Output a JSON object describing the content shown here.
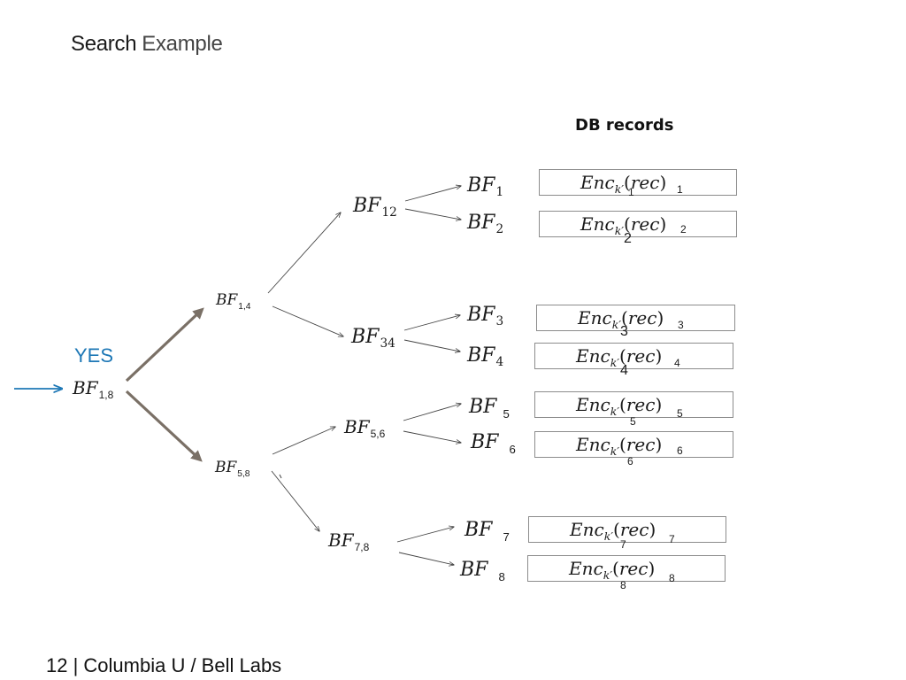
{
  "title": {
    "word1": "Search",
    "word2": "Example"
  },
  "db_header": "DB records",
  "yes_label": "YES",
  "footer": "12 | Columbia U / Bell Labs",
  "nodes": {
    "root": {
      "label": "BF",
      "sub": "1,8"
    },
    "n14": {
      "label": "BF",
      "sub": "1,4"
    },
    "n58": {
      "label": "BF",
      "sub": "5,8"
    },
    "n12": {
      "label": "BF",
      "sub": "12"
    },
    "n34": {
      "label": "BF",
      "sub": "34"
    },
    "n56": {
      "label": "BF",
      "sub": "5,6"
    },
    "n78": {
      "label": "BF",
      "sub": "7,8"
    },
    "leaf1": {
      "label": "BF",
      "sub": "1"
    },
    "leaf2": {
      "label": "BF",
      "sub": "2"
    },
    "leaf3": {
      "label": "BF",
      "sub": "3"
    },
    "leaf4": {
      "label": "BF",
      "sub": "4"
    },
    "leaf5": {
      "label": "BF",
      "sub": "5"
    },
    "leaf6": {
      "label": "BF",
      "sub": "6"
    },
    "leaf7": {
      "label": "BF",
      "sub": "7"
    },
    "leaf8": {
      "label": "BF",
      "sub": "8"
    }
  },
  "records": [
    {
      "enc": "Enc",
      "key": "k′",
      "open": "(",
      "rec": "rec",
      "close": ")",
      "key_idx": "1",
      "rec_idx": "1"
    },
    {
      "enc": "Enc",
      "key": "k′",
      "open": "(",
      "rec": "rec",
      "close": ")",
      "key_idx": "2",
      "rec_idx": "2"
    },
    {
      "enc": "Enc",
      "key": "k′",
      "open": "(",
      "rec": "rec",
      "close": ")",
      "key_idx": "3",
      "rec_idx": "3"
    },
    {
      "enc": "Enc",
      "key": "k′",
      "open": "(",
      "rec": "rec",
      "close": ")",
      "key_idx": "4",
      "rec_idx": "4"
    },
    {
      "enc": "Enc",
      "key": "k′",
      "open": "(",
      "rec": "rec",
      "close": ")",
      "key_idx": "5",
      "rec_idx": "5"
    },
    {
      "enc": "Enc",
      "key": "k′",
      "open": "(",
      "rec": "rec",
      "close": ")",
      "key_idx": "6",
      "rec_idx": "6"
    },
    {
      "enc": "Enc",
      "key": "k′",
      "open": "(",
      "rec": "rec",
      "close": ")",
      "key_idx": "7",
      "rec_idx": "7"
    },
    {
      "enc": "Enc",
      "key": "k′",
      "open": "(",
      "rec": "rec",
      "close": ")",
      "key_idx": "8",
      "rec_idx": "8"
    }
  ],
  "colors": {
    "accent": "#1e78b6",
    "thick_arrow": "#7a7066",
    "thin_arrow": "#444444",
    "box_border": "#8c8c8c"
  }
}
